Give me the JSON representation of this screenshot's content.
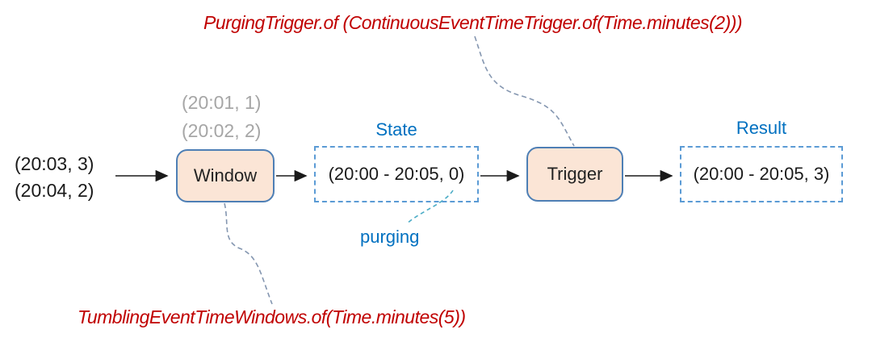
{
  "diagram": {
    "top_annotation": "PurgingTrigger.of (ContinuousEventTimeTrigger.of(Time.minutes(2)))",
    "bottom_annotation": "TumblingEventTimeWindows.of(Time.minutes(5))",
    "purging_label": "purging",
    "pending_events": {
      "line1": "(20:01, 1)",
      "line2": "(20:02, 2)"
    },
    "incoming_events": {
      "line1": "(20:03, 3)",
      "line2": "(20:04, 2)"
    },
    "window_node": {
      "label": "Window"
    },
    "trigger_node": {
      "label": "Trigger"
    },
    "state_box": {
      "title": "State",
      "value": "(20:00 - 20:05, 0)"
    },
    "result_box": {
      "title": "Result",
      "value": "(20:00 - 20:05, 3)"
    },
    "colors": {
      "annotation_red": "#C00000",
      "label_blue": "#0070C0",
      "node_fill": "#FBE5D6",
      "node_border": "#4E7FB5",
      "dashed_border": "#5B9BD5",
      "muted_gray": "#A6A6A6",
      "connector_black": "#1a1a1a",
      "callout_curve_blue_gray": "#8496B0",
      "purge_curve_teal": "#4BACC6"
    }
  }
}
